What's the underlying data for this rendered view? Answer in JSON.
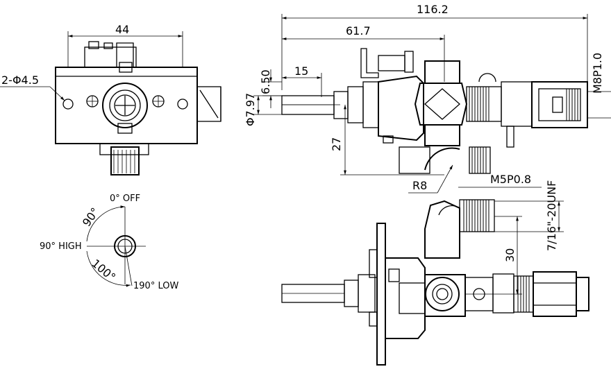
{
  "dimensions": {
    "overall_length": "116.2",
    "to_center": "61.7",
    "width_44": "44",
    "hole": "2-Φ4.5",
    "shaft_len": "15",
    "flat": "6.50",
    "shaft_dia": "Φ7.97",
    "height_27": "27",
    "radius": "R8",
    "thread_m5": "M5P0.8",
    "thread_m8": "M8P1.0",
    "thread_unf": "7/16\"-20UNF",
    "height_30": "30"
  },
  "rotation": {
    "off": "0° OFF",
    "high": "90° HIGH",
    "low": "190° LOW",
    "angle_90": "90°",
    "angle_100": "100°"
  }
}
